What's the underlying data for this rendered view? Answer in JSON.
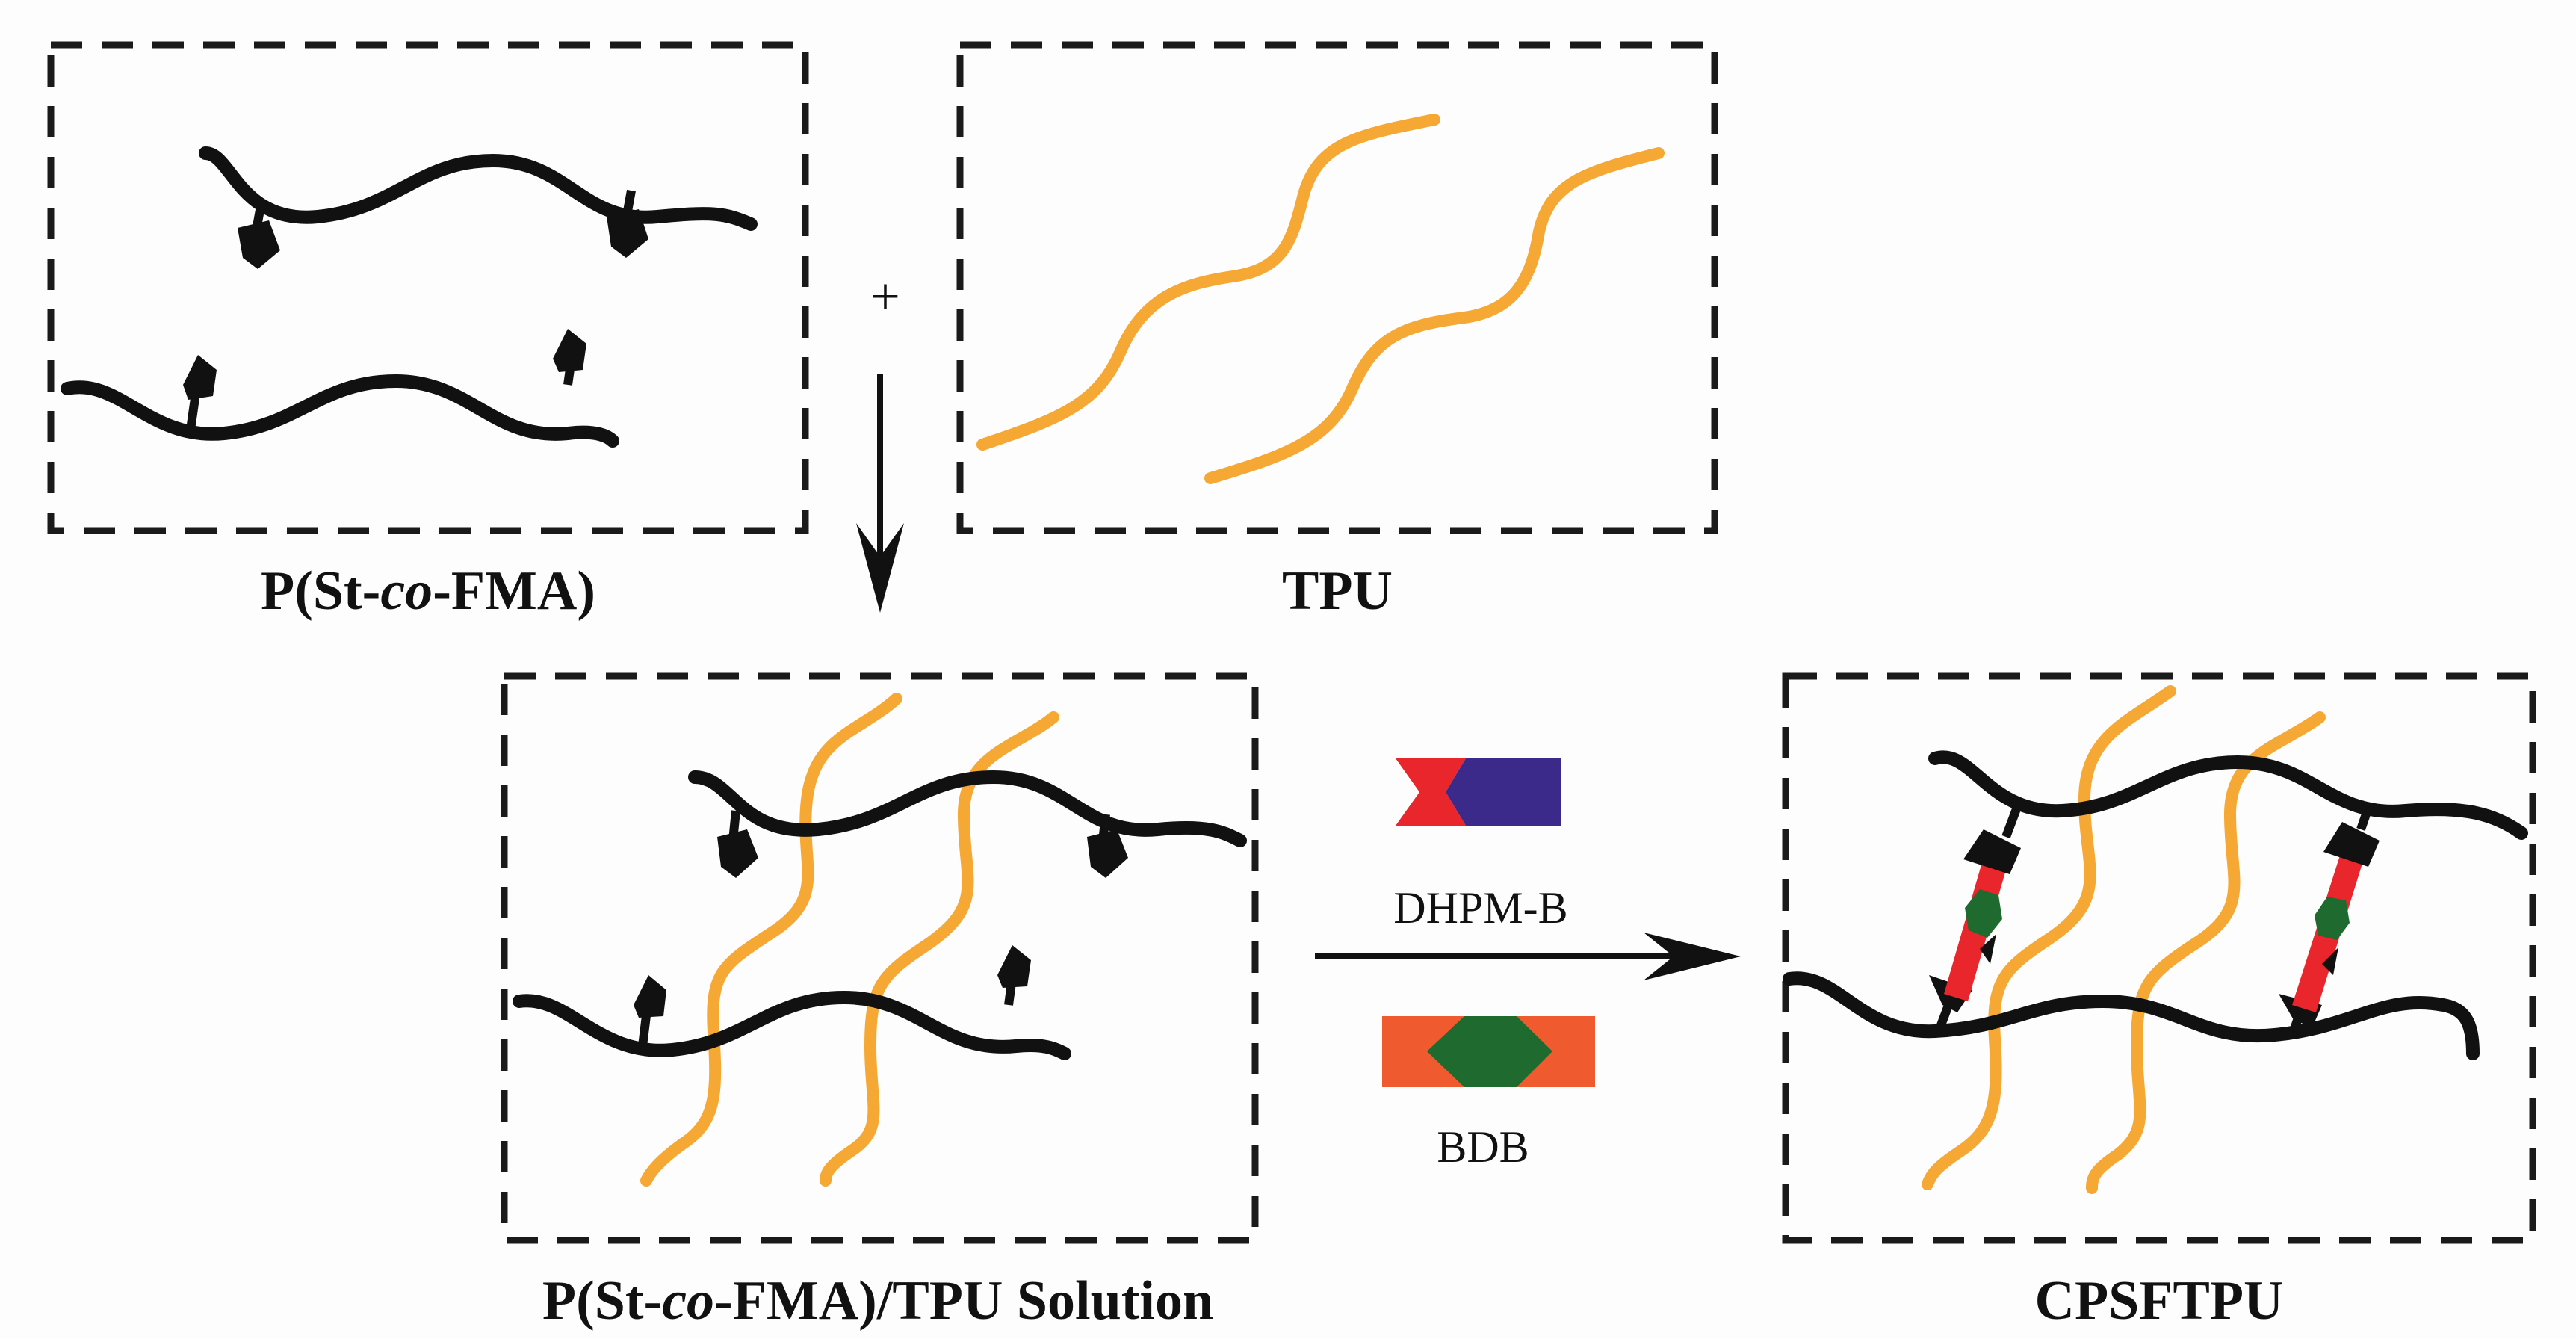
{
  "panels": {
    "copolymer": {
      "title_prefix": "P(St-",
      "title_italic": "co",
      "title_suffix": "-FMA)"
    },
    "tpu": {
      "title": "TPU"
    },
    "solution": {
      "title_prefix": "P(St-",
      "title_italic": "co",
      "title_suffix": "-FMA)/TPU Solution"
    },
    "product": {
      "title": "CPSFTPU"
    }
  },
  "operators": {
    "plus": "+"
  },
  "reagents": {
    "dhpm_b": {
      "label": "DHPM-B",
      "colors": {
        "left": "#e8262c",
        "right": "#3b2a8a"
      }
    },
    "bdb": {
      "label": "BDB",
      "colors": {
        "bar": "#ef5a2f",
        "hexagon": "#1f6a2e"
      }
    }
  },
  "colors": {
    "polymer_chain": "#111111",
    "tpu_chain": "#f5a834",
    "box_dash": "#1a1a1a",
    "background": "#fdfdfd"
  }
}
